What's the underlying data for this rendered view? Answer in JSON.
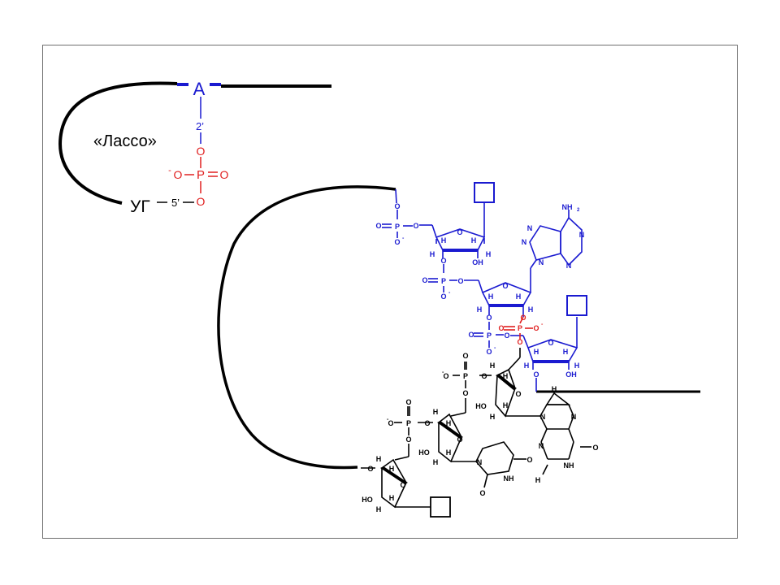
{
  "colors": {
    "blue": "#1a1ad0",
    "red": "#e02020",
    "black": "#000000",
    "frame": "#6f6f6f"
  },
  "lasso": {
    "label": "«Лассо»",
    "a": "A",
    "two_prime": "2’",
    "o_top": "O",
    "o_neg": "O",
    "minus": "-",
    "p": "P",
    "eq_o": "O",
    "o_bottom": "O",
    "five_prime": "5’",
    "ug": "УГ"
  },
  "atoms": {
    "o": "O",
    "p": "P",
    "h": "H",
    "oh": "OH",
    "ho": "HO",
    "n": "N",
    "nh": "NH",
    "nh2": "NH",
    "h2n": "H",
    "minus": "-",
    "two": "2"
  }
}
